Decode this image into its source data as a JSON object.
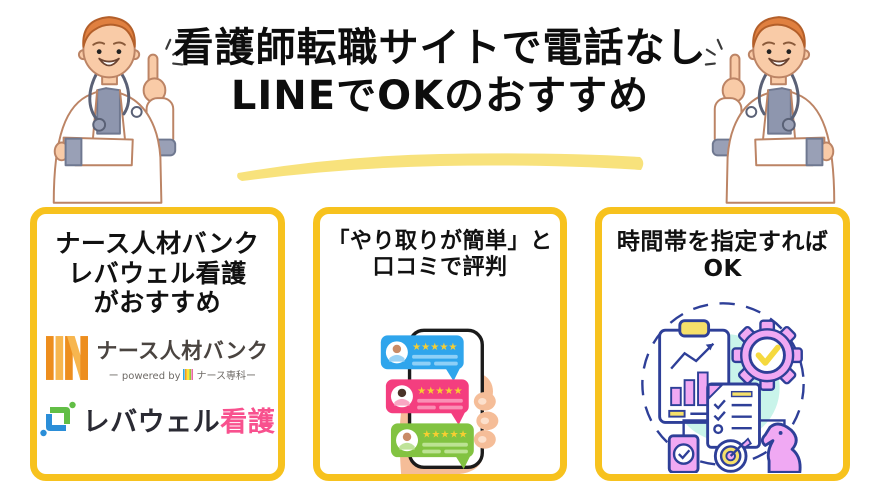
{
  "title": {
    "line1": "看護師転職サイトで電話なし",
    "line2": "LINEでOKのおすすめ"
  },
  "cards": [
    {
      "heading_lines": [
        "ナース人材バンク",
        "レバウェル看護",
        "がおすすめ"
      ]
    },
    {
      "heading_lines": [
        "「やり取りが簡単」と",
        "口コミで評判"
      ]
    },
    {
      "heading_lines": [
        "時間帯を指定すればOK"
      ]
    }
  ],
  "logos": {
    "nurse_bank": {
      "name": "ナース人材バンク",
      "powered_prefix": "ー powered by",
      "powered_suffix": "ナース専科ー"
    },
    "levwell": {
      "main": "レバウェル",
      "accent": "看護"
    }
  },
  "review_phone": {
    "stars": "★★★★★",
    "bubble_colors": [
      "#2FA5EC",
      "#F43E7F",
      "#82C341"
    ]
  },
  "colors": {
    "card_border": "#F7C21E",
    "highlight_swoosh": "#F8E27C",
    "title_text": "#0D0D0D",
    "levwell_accent": "#F8518E",
    "nurse_bank_orange": "#ED8E1E",
    "illustration_navy": "#2E3F98",
    "illustration_pink": "#F0A9F3",
    "illustration_mint": "#C9F4EA",
    "illustration_yellow": "#F6E06A",
    "hand_skin": "#F5BD98"
  }
}
